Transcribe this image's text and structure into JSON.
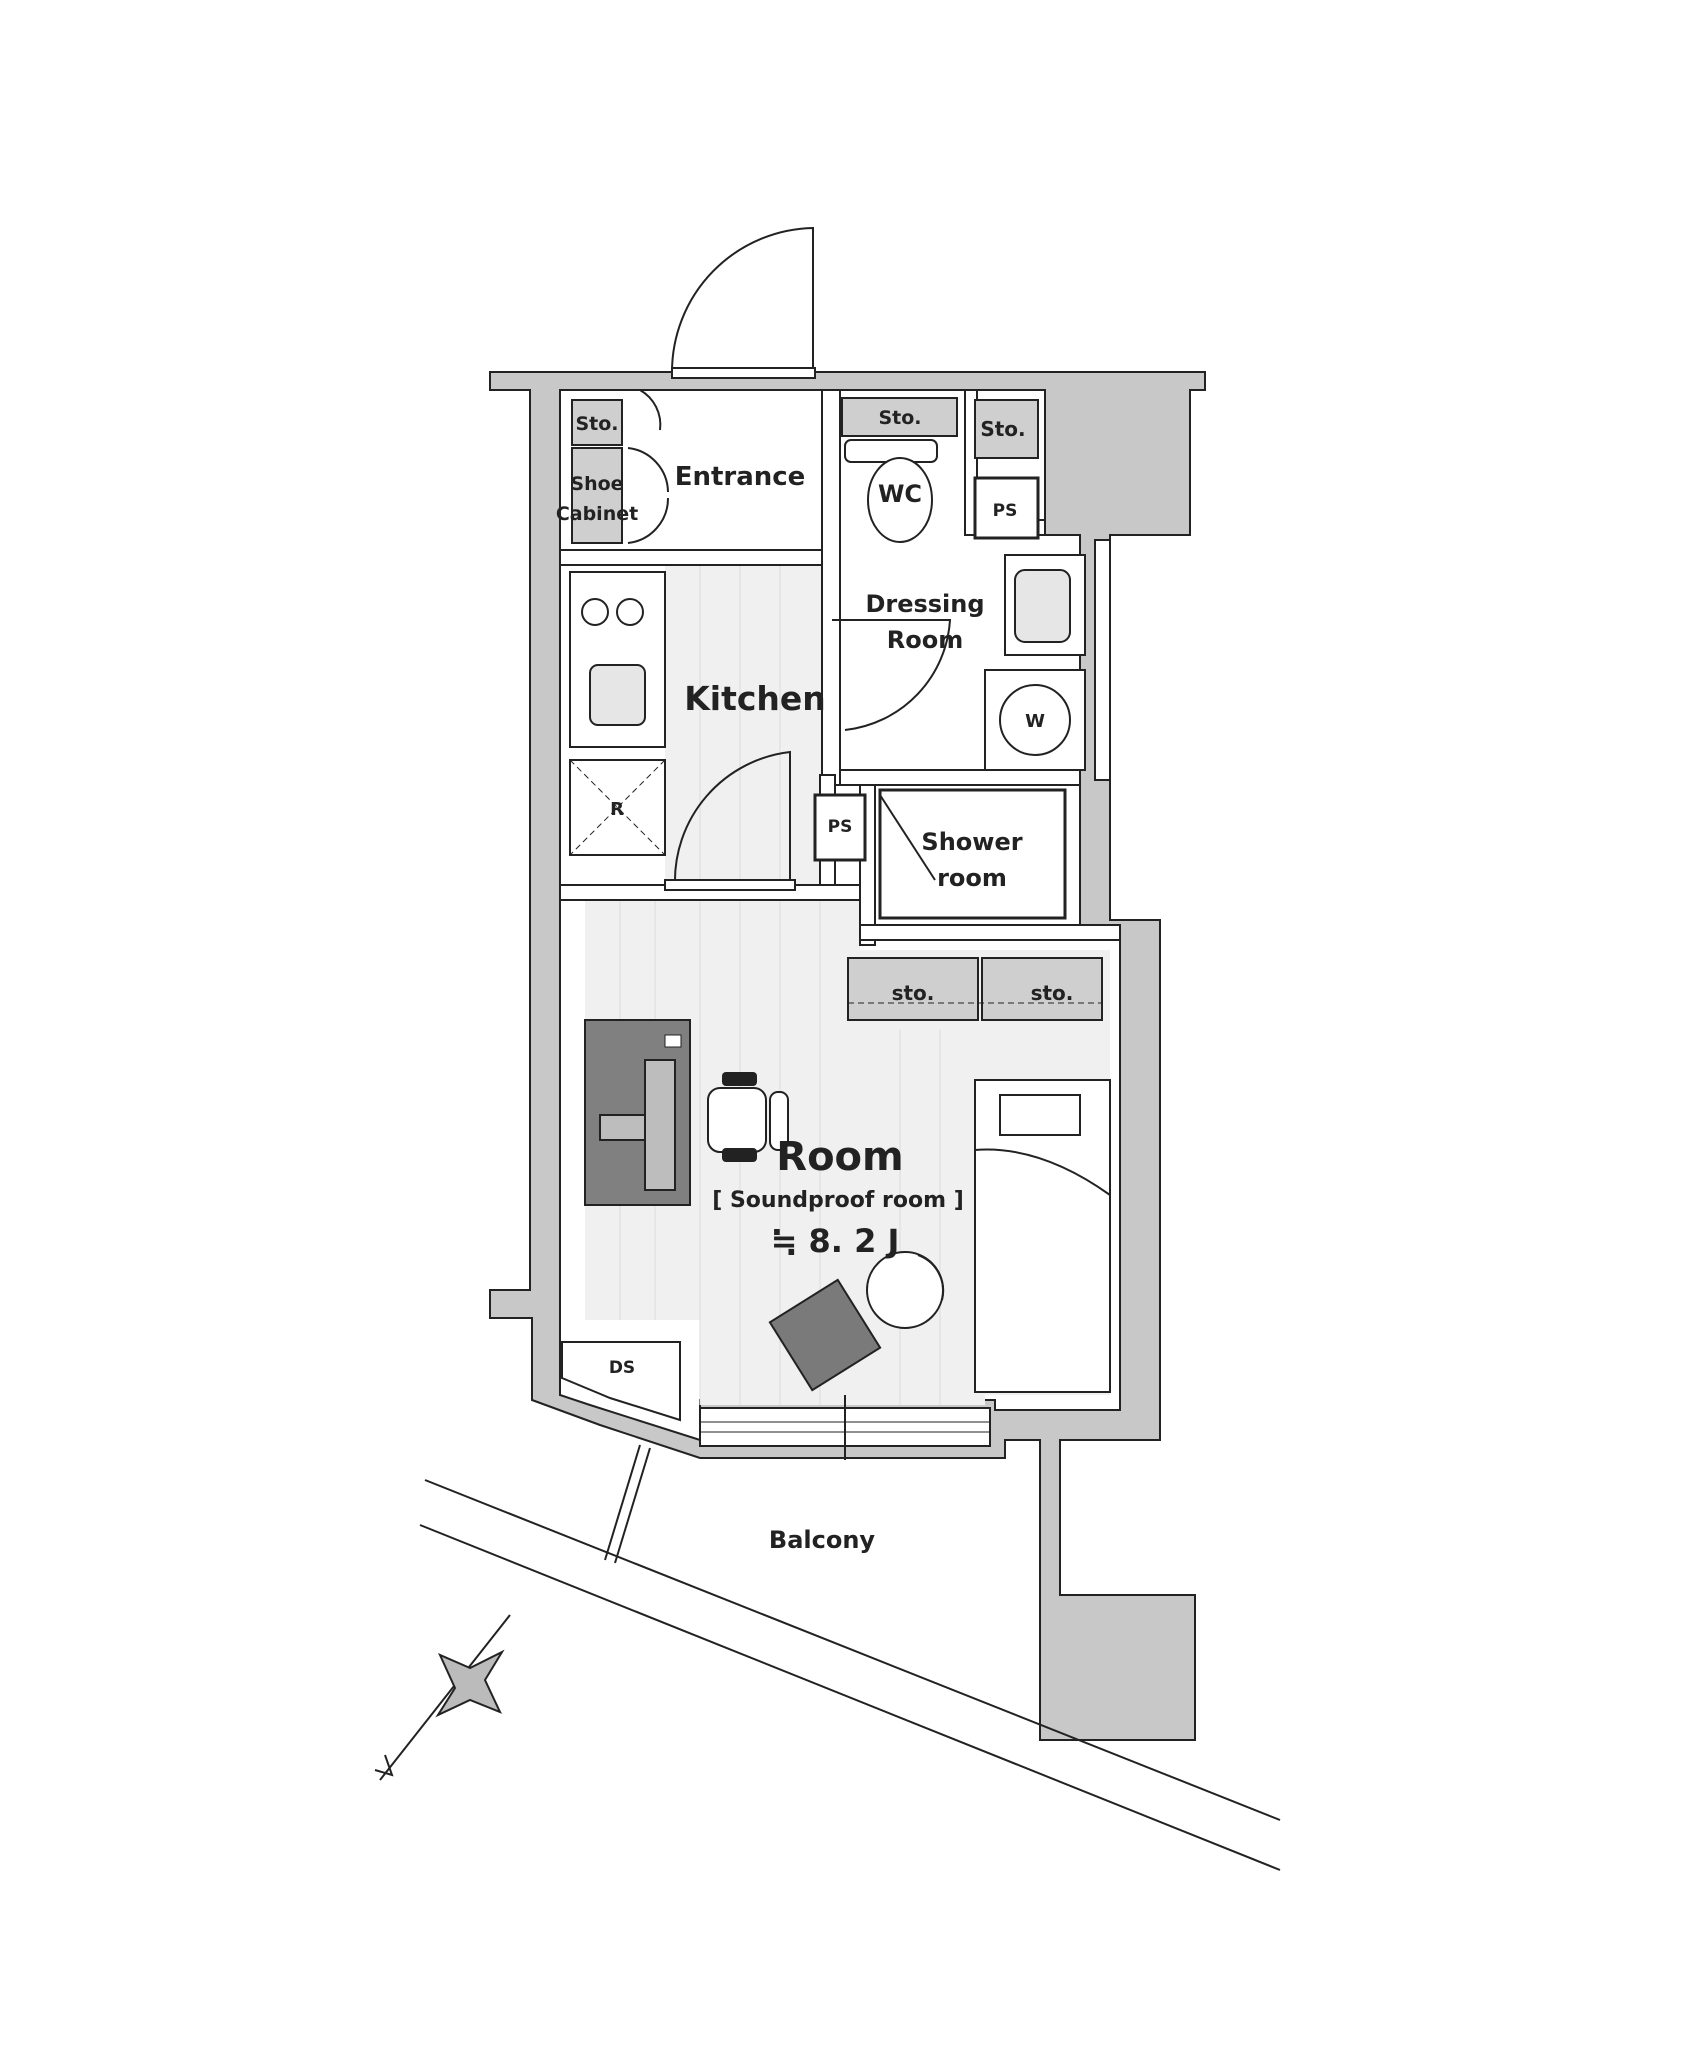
{
  "floorplan": {
    "rooms": {
      "entrance": "Entrance",
      "kitchen": "Kitchen",
      "dressing_line1": "Dressing",
      "dressing_line2": "Room",
      "wc": "WC",
      "shower_line1": "Shower",
      "shower_line2": "room",
      "room": "Room",
      "room_note": "[ Soundproof room ]",
      "room_size": "≒ 8. 2 J",
      "balcony": "Balcony"
    },
    "fixtures": {
      "sto_entrance": "Sto.",
      "shoe_line1": "Shoe",
      "shoe_line2": "Cabinet",
      "sto_wc": "Sto.",
      "sto_right": "Sto.",
      "ps_upper": "PS",
      "ps_lower": "PS",
      "washer": "W",
      "fridge": "R",
      "sto_room_left": "sto.",
      "sto_room_right": "sto.",
      "ds": "DS"
    },
    "colors": {
      "wall_fill": "#c8c8c8",
      "floor_fill": "#f0f0f0",
      "rug_fill": "#7a7a7a",
      "line": "#222222"
    }
  }
}
